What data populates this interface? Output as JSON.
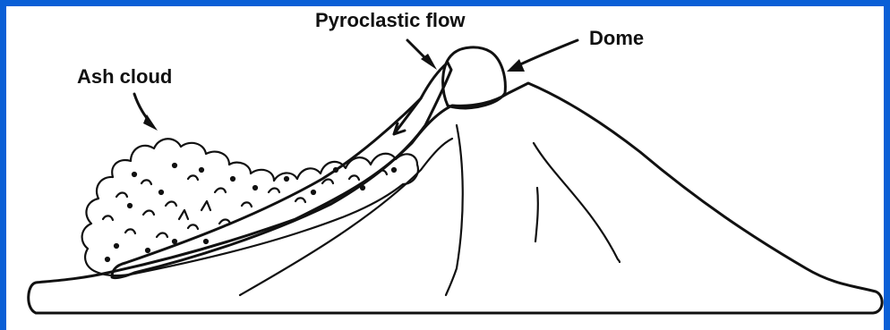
{
  "diagram": {
    "labels": {
      "pyroclastic_flow": "Pyroclastic flow",
      "dome": "Dome",
      "ash_cloud": "Ash cloud"
    },
    "colors": {
      "frame": "#0a5fd6",
      "ink": "#111111",
      "background": "#ffffff"
    }
  }
}
